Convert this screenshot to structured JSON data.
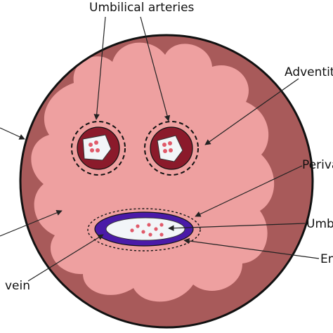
{
  "labels": {
    "umbilical_arteries": "Umbilical arteries",
    "adventitia": "Adventiti",
    "perivascular": "Periva",
    "umbilical_vein_lumen": "Umb",
    "endothelium": "En",
    "vein": "vein"
  },
  "colors": {
    "outer_ring": "#a85a5a",
    "wharton_jelly": "#eea0a0",
    "artery_wall": "#8b1a2b",
    "vein_wall": "#4a1aa8",
    "lumen": "#f2f5f8",
    "blood_cells": "#e05a6a",
    "outline": "#111111"
  }
}
